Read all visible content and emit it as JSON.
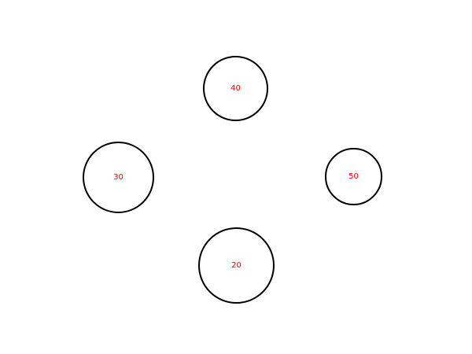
{
  "nodes": [
    {
      "label": "40"
    },
    {
      "label": "30"
    },
    {
      "label": "50"
    },
    {
      "label": "20"
    }
  ],
  "colors": {
    "background": "#ffffff",
    "circle_stroke": "#000000",
    "label_text": "#ff0000"
  }
}
